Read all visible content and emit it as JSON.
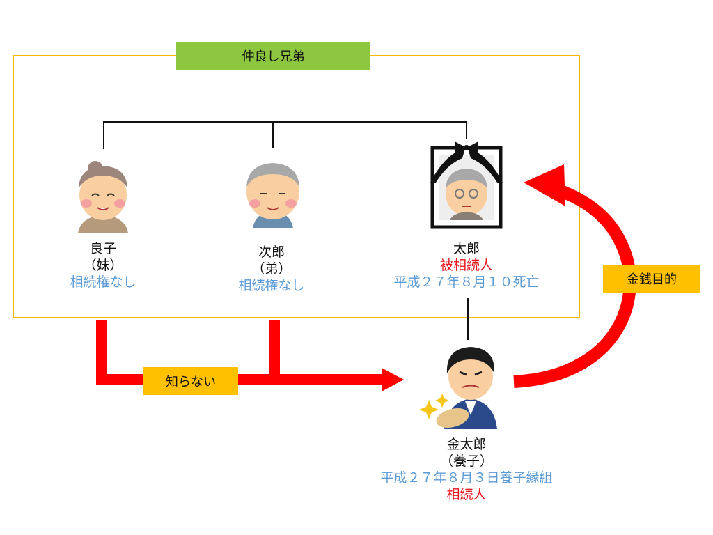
{
  "group_label": "仲良し兄弟",
  "persons": {
    "yoshiko": {
      "name": "良子",
      "relation": "（妹）",
      "status": "相続権なし"
    },
    "jiro": {
      "name": "次郎",
      "relation": "（弟）",
      "status": "相続権なし"
    },
    "taro": {
      "name": "太郎",
      "role": "被相続人",
      "note": "平成２７年８月１０死亡"
    },
    "kintaro": {
      "name": "金太郎",
      "relation": "（養子）",
      "note": "平成２７年８月３日養子縁組",
      "role": "相続人"
    }
  },
  "arrow_labels": {
    "unaware": "知らない",
    "motive": "金銭目的"
  },
  "colors": {
    "frame": "#f5b800",
    "group_label_bg": "#8dc63f",
    "tag_bg": "#ffc000",
    "arrow": "#ff0000",
    "status_text": "#5b9bd5",
    "role_text": "#e8141b"
  },
  "icons": [
    "grandma-icon",
    "grandpa-icon",
    "memorial-portrait-icon",
    "businessman-with-money-icon"
  ]
}
